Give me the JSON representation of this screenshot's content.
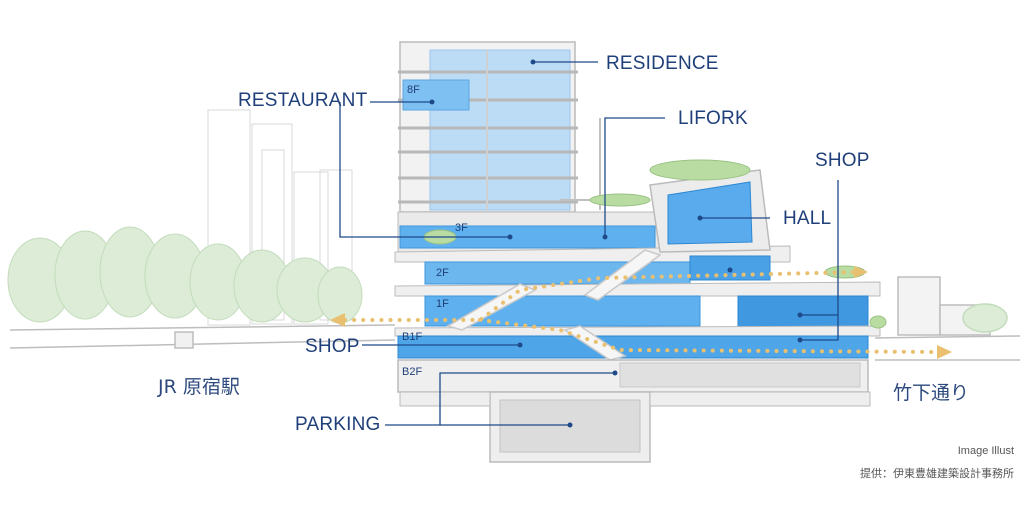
{
  "labels": {
    "residence": "RESIDENCE",
    "restaurant": "RESTAURANT",
    "lifork": "LIFORK",
    "shop_right": "SHOP",
    "hall": "HALL",
    "shop_left": "SHOP",
    "parking": "PARKING"
  },
  "floors": {
    "f8": "8F",
    "f3": "3F",
    "f2": "2F",
    "f1": "1F",
    "b1f": "B1F",
    "b2f": "B2F"
  },
  "places": {
    "jr_station": "JR 原宿駅",
    "takeshita": "竹下通り"
  },
  "credit": {
    "line1": "Image Illust",
    "line2": "提供：伊東豊雄建築設計事務所"
  },
  "colors": {
    "label_text": "#1f3f7a",
    "leader_line": "#1f4a8a",
    "glass_blue": "#4da3e8",
    "light_blue": "#a9d3f5",
    "path_dots": "#e8c070",
    "trees": "#cfe6c8"
  }
}
